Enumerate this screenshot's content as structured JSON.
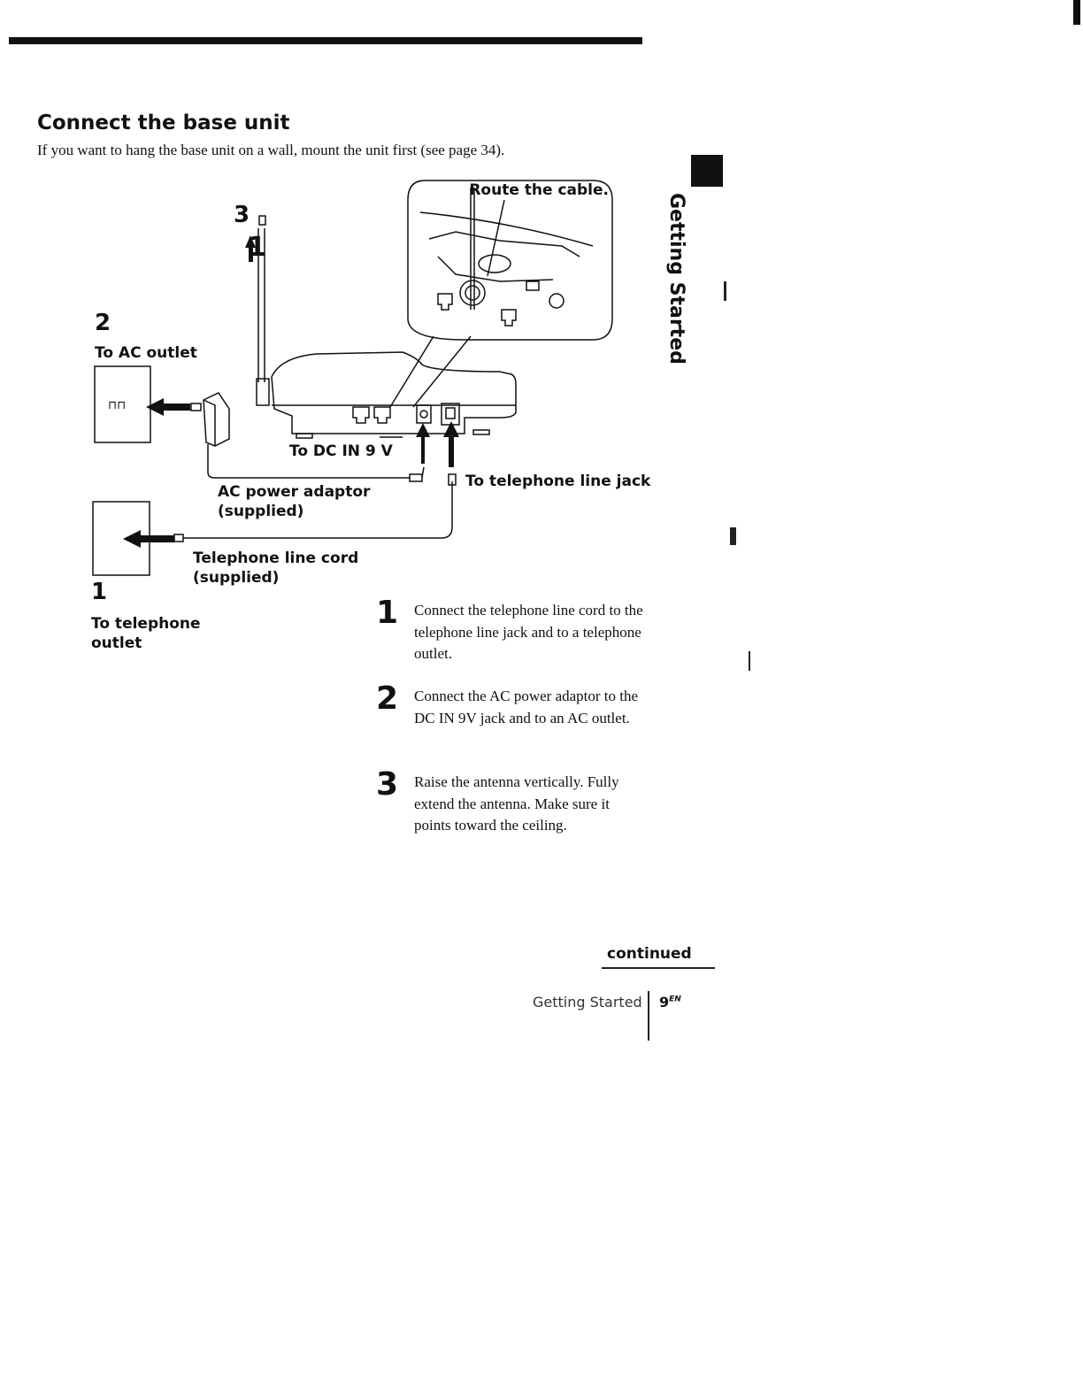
{
  "section": {
    "title": "Connect the base unit",
    "intro": "If you want to hang the base unit on a wall, mount the unit first (see page 34)."
  },
  "side_tab": {
    "label": "Getting Started"
  },
  "diagram": {
    "callout": "Route the cable.",
    "label_ac_outlet_num": "2",
    "label_ac_outlet": "To AC outlet",
    "label_antenna_num": "3",
    "label_antenna_arrow": "1",
    "label_dc_in": "To DC IN 9 V",
    "label_line_jack": "To telephone line jack",
    "label_adaptor_1": "AC power adaptor",
    "label_adaptor_2": "(supplied)",
    "label_cord_1": "Telephone line cord",
    "label_cord_2": "(supplied)",
    "label_tel_outlet_num": "1",
    "label_tel_outlet_1": "To telephone",
    "label_tel_outlet_2": "outlet",
    "outlet_glyph": "⊓⊓"
  },
  "steps": [
    {
      "num": "1",
      "text": "Connect the telephone line cord to the telephone line jack and to a telephone outlet."
    },
    {
      "num": "2",
      "text": "Connect the AC power adaptor to the DC IN 9V jack and to an AC outlet."
    },
    {
      "num": "3",
      "text": "Raise the antenna vertically. Fully extend the antenna. Make sure it points toward the ceiling."
    }
  ],
  "footer": {
    "continued": "continued",
    "section_name": "Getting Started",
    "page_number": "9",
    "page_suffix": "EN"
  }
}
